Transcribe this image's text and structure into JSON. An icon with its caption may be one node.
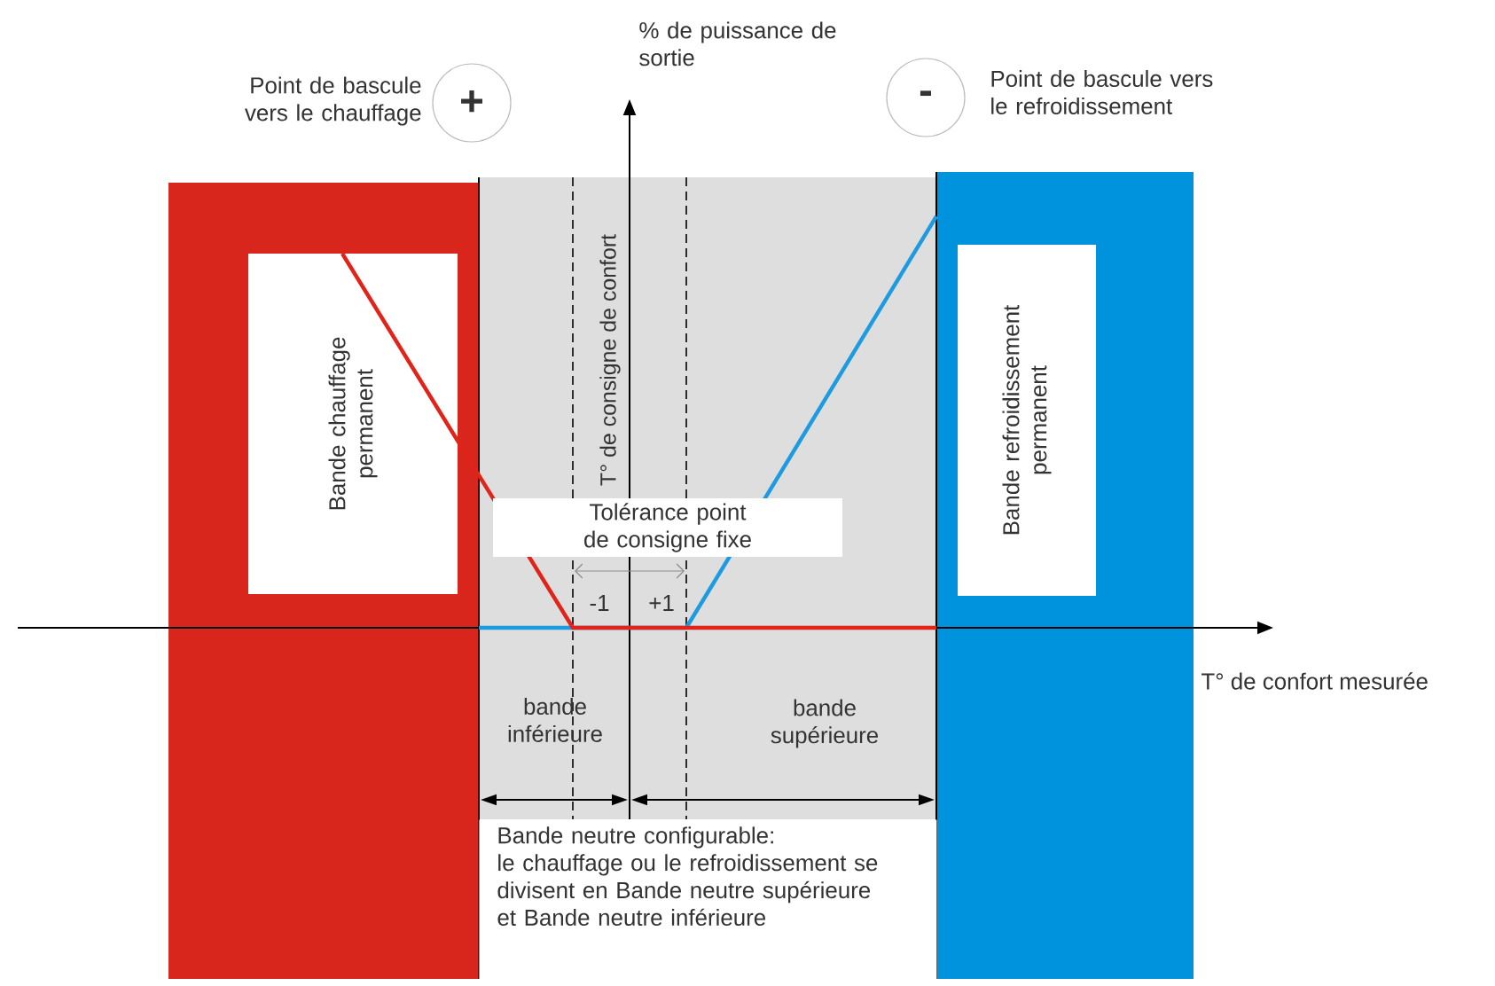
{
  "diagram": {
    "nodes": [
      {
        "text": [
          "+"
        ],
        "beside": [
          "Point de bascule vers le chauffage"
        ]
      },
      {
        "text": [
          "-"
        ],
        "beside": [
          "Point de bascule vers le refroidissement"
        ]
      },
      {
        "text": [],
        "shape": "box"
      },
      {
        "text": [
          "Bande chauffage permanent"
        ],
        "in": 2
      },
      {
        "text": [],
        "shape": "box"
      },
      {
        "text": [],
        "shape": "box"
      },
      {
        "text": [
          "Bande refroidissement permanent"
        ],
        "in": 5
      },
      {
        "text": [
          "Tolérance point de consigne fixe"
        ],
        "in": 4
      },
      {
        "text": [
          "Bande neutre configurable:",
          "le chauffage ou le refroidissement se divisent en Bande neutre supérieure et Bande neutre inférieure"
        ]
      }
    ],
    "labels": [
      "% de puissance de sortie",
      "T° de consigne de confort",
      "-1",
      "+1",
      "bande inférieure",
      "bande supérieure",
      "T° de confort mesurée"
    ]
  }
}
